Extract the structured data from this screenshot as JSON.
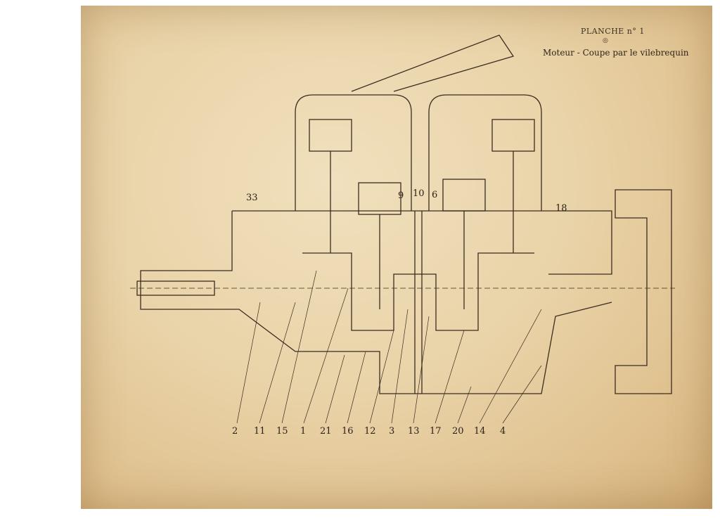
{
  "plate": {
    "label": "PLANCHE n° 1",
    "mark": "◎",
    "caption": "Moteur - Coupe par le vilebrequin"
  },
  "callouts": {
    "top": [
      "33",
      "9",
      "10",
      "6",
      "18"
    ],
    "bottom": [
      "2",
      "11",
      "15",
      "1",
      "21",
      "16",
      "12",
      "3",
      "13",
      "17",
      "20",
      "14",
      "4"
    ]
  }
}
